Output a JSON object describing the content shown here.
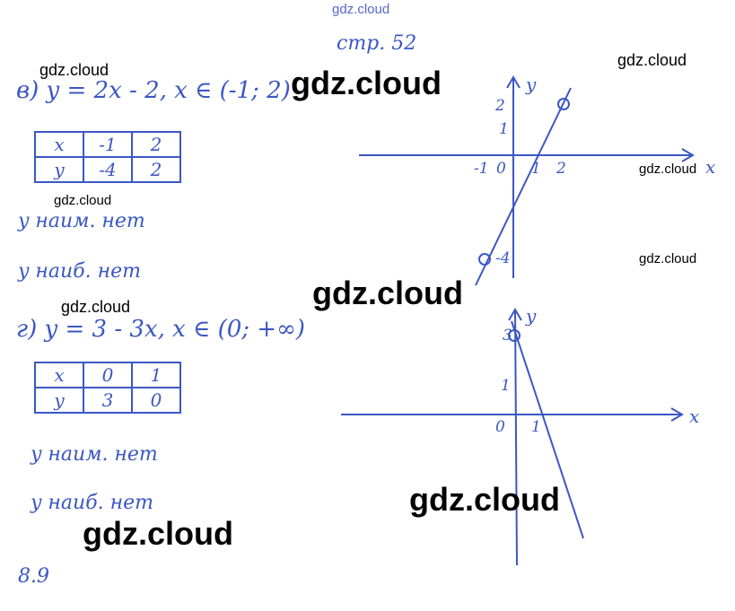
{
  "watermark": "gdz.cloud",
  "page_ref": "стр. 52",
  "part_v": {
    "heading": "в) y = 2x - 2, x ∈ (-1; 2)",
    "table": {
      "rows": [
        [
          "x",
          "-1",
          "2"
        ],
        [
          "y",
          "-4",
          "2"
        ]
      ]
    },
    "min_text": "y наим. нет",
    "max_text": "y наиб. нет",
    "graph": {
      "x_label": "x",
      "y_label": "y",
      "ticks": [
        "-1",
        "0",
        "1",
        "2",
        "1",
        "2",
        "-4"
      ]
    }
  },
  "part_g": {
    "heading": "г) y = 3 - 3x, x ∈ (0; +∞)",
    "table": {
      "rows": [
        [
          "x",
          "0",
          "1"
        ],
        [
          "y",
          "3",
          "0"
        ]
      ]
    },
    "min_text": "y наим. нет",
    "max_text": "y наиб. нет",
    "graph": {
      "x_label": "x",
      "y_label": "y",
      "ticks": [
        "0",
        "1",
        "1",
        "3"
      ]
    }
  },
  "next_problem": "8.9",
  "colors": {
    "ink": "#3b57c4",
    "watermark": "#000000"
  }
}
